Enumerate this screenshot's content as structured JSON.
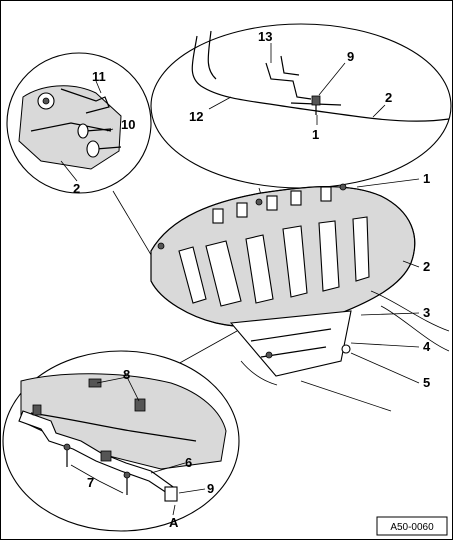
{
  "callouts": {
    "c1_top": "1",
    "c2_top": "2",
    "c9_top": "9",
    "c12": "12",
    "c13": "13",
    "c11": "11",
    "c10": "10",
    "c2_left": "2",
    "c1_right": "1",
    "c2_right": "2",
    "c3": "3",
    "c4": "4",
    "c5": "5",
    "c8": "8",
    "c6": "6",
    "c7": "7",
    "c9_bottom": "9",
    "cA": "A"
  },
  "reference_code": "A50-0060"
}
